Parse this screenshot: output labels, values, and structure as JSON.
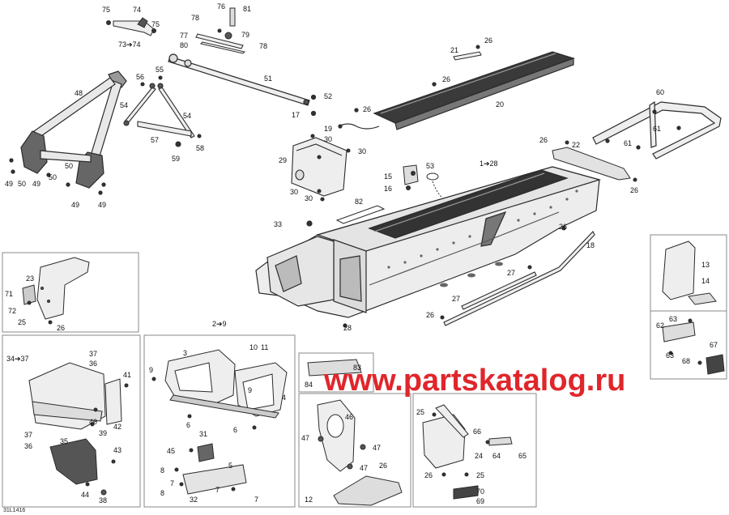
{
  "watermark": {
    "text": "www.partskatalog.ru",
    "color": "#e0262b"
  },
  "drawing_code": "31L1416",
  "colors": {
    "line": "#2b2b2b",
    "part_fill": "#eeeeee",
    "part_dark": "#3a3a3a",
    "box": "#888888"
  },
  "callouts": {
    "c75a": "75",
    "c74": "74",
    "c75b": "75",
    "c73_74": "73➔74",
    "c76": "76",
    "c81": "81",
    "c78a": "78",
    "c77": "77",
    "c79": "79",
    "c80": "80",
    "c78b": "78",
    "c21": "21",
    "c26_rail": "26",
    "c26_mid": "26",
    "c20": "20",
    "c26_tunnel": "26",
    "c55": "55",
    "c56": "56",
    "c48": "48",
    "c51": "51",
    "c54a": "54",
    "c54b": "54",
    "c57": "57",
    "c58": "58",
    "c59": "59",
    "c52": "52",
    "c17": "17",
    "c49a": "49",
    "c50a": "50",
    "c49b": "49",
    "c50b": "50",
    "c50c": "50",
    "c49c": "49",
    "c49d": "49",
    "c19": "19",
    "c30a": "30",
    "c30b": "30",
    "c29": "29",
    "c30c": "30",
    "c30d": "30",
    "c60": "60",
    "c61a": "61",
    "c61b": "61",
    "c26_bumper": "26",
    "c22": "22",
    "c26_br": "26",
    "c1_28": "1➔28",
    "c53": "53",
    "c15": "15",
    "c16": "16",
    "c82": "82",
    "c33": "33",
    "c26_rail2": "26",
    "c18": "18",
    "c27a": "27",
    "c27b": "27",
    "c26_rail3": "26",
    "c28": "28",
    "c23": "23",
    "c71": "71",
    "c72": "72",
    "c25a": "25",
    "c26_box1": "26",
    "c13": "13",
    "c14": "14",
    "c63a": "63",
    "c62": "62",
    "c67": "67",
    "c63b": "63",
    "c68": "68",
    "c34_37": "34➔37",
    "c37a": "37",
    "c36a": "36",
    "c41": "41",
    "c40": "40",
    "c39": "39",
    "c42": "42",
    "c37b": "37",
    "c36b": "36",
    "c35": "35",
    "c43": "43",
    "c44": "44",
    "c38": "38",
    "c2_9": "2➔9",
    "c3": "3",
    "c10": "10",
    "c11": "11",
    "c9a": "9",
    "c9b": "9",
    "c4": "4",
    "c6a": "6",
    "c6b": "6",
    "c31": "31",
    "c45": "45",
    "c5": "5",
    "c8a": "8",
    "c7a": "7",
    "c8b": "8",
    "c32": "32",
    "c7b": "7",
    "c7c": "7",
    "c84": "84",
    "c83": "83",
    "c46": "46",
    "c47a": "47",
    "c47b": "47",
    "c26_box": "26",
    "c47c": "47",
    "c12": "12",
    "c25b": "25",
    "c66": "66",
    "c24": "24",
    "c64": "64",
    "c65": "65",
    "c26_last": "26",
    "c25c": "25",
    "c70": "70",
    "c69": "69"
  }
}
